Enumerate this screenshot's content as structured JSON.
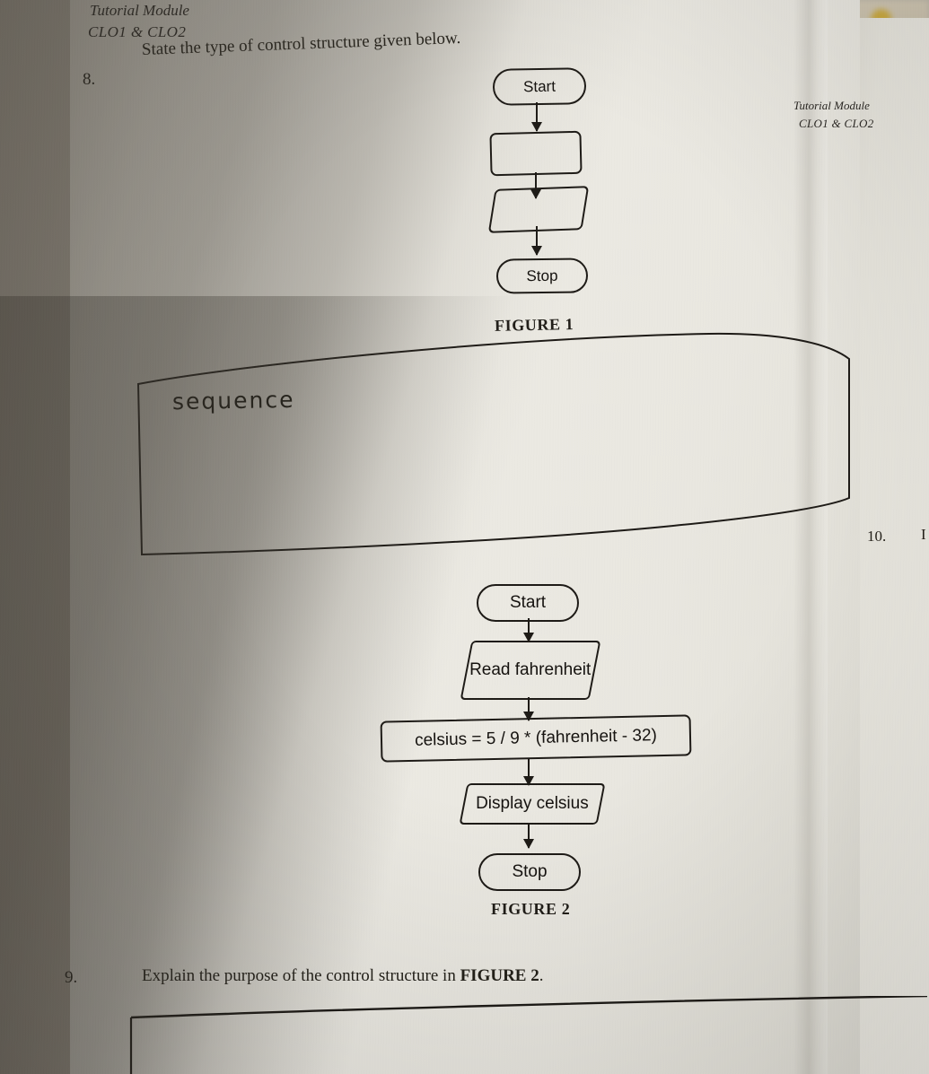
{
  "document": {
    "type": "photo-of-printed-worksheet",
    "header_left": {
      "line1": "Tutorial Module",
      "line2": "CLO1 & CLO2"
    },
    "header_right": {
      "line1": "Tutorial Module",
      "line2": "CLO1 & CLO2"
    }
  },
  "questions": [
    {
      "number": "8.",
      "text": "State the type of control structure given below.",
      "answer_handwritten": "sequence"
    },
    {
      "number": "9.",
      "text_before": "Explain the purpose of the control structure in ",
      "text_bold": "FIGURE 2",
      "text_after": "."
    },
    {
      "number": "10.",
      "edge_fragment": "I"
    }
  ],
  "figure1": {
    "caption": "FIGURE 1",
    "nodes": [
      {
        "label": "Start",
        "shape": "terminator"
      },
      {
        "label": "",
        "shape": "process"
      },
      {
        "label": "",
        "shape": "io-parallelogram"
      },
      {
        "label": "Stop",
        "shape": "terminator"
      }
    ]
  },
  "figure2": {
    "caption": "FIGURE 2",
    "nodes": [
      {
        "label": "Start",
        "shape": "terminator"
      },
      {
        "label": "Read fahrenheit",
        "line1": "Read",
        "line2": "fahrenheit",
        "shape": "io-parallelogram"
      },
      {
        "label": "celsius = 5 / 9 * (fahrenheit - 32)",
        "shape": "process"
      },
      {
        "label": "Display celsius",
        "shape": "io-parallelogram"
      },
      {
        "label": "Stop",
        "shape": "terminator"
      }
    ]
  },
  "colors": {
    "ink": "#1d1a16",
    "paper": "#eceae3",
    "shadow": "#3c3830",
    "handwriting_ink": "#17150f"
  }
}
